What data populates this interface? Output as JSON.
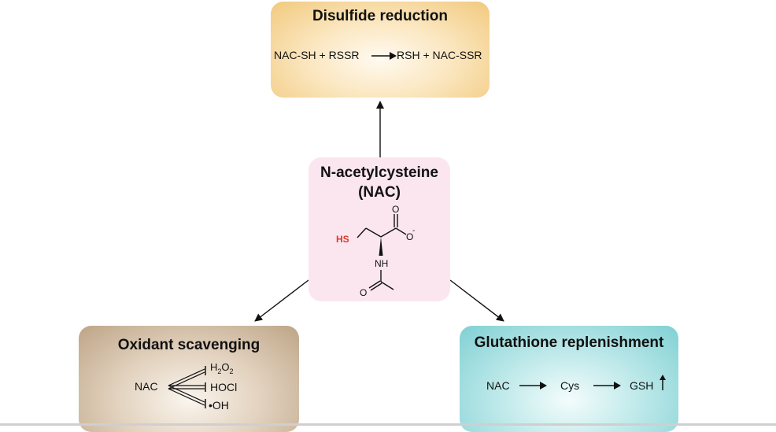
{
  "colors": {
    "disulfide_box": "#f1c97c",
    "nac_box": "#fbe6f0",
    "oxidant_box": "#bda486",
    "glutathione_box": "#7fd0d3",
    "thiol_highlight": "#d83a2a"
  },
  "disulfide": {
    "title": "Disulfide reduction",
    "reactants": "NAC-SH + RSSR",
    "products": "RSH + NAC-SSR"
  },
  "nac": {
    "title_line1": "N-acetylcysteine",
    "title_line2": "(NAC)",
    "structure": {
      "thiol_label": "HS",
      "carbonyl_o": "O",
      "carboxylate_o": "O",
      "charge": "-",
      "amine_label": "NH",
      "acetyl_o": "O"
    }
  },
  "oxidant": {
    "title": "Oxidant scavenging",
    "source": "NAC",
    "targets": [
      "H",
      "2",
      "O",
      "2",
      "HOCl",
      "•OH"
    ]
  },
  "glutathione": {
    "title": "Glutathione replenishment",
    "step1": "NAC",
    "step2": "Cys",
    "step3": "GSH"
  }
}
